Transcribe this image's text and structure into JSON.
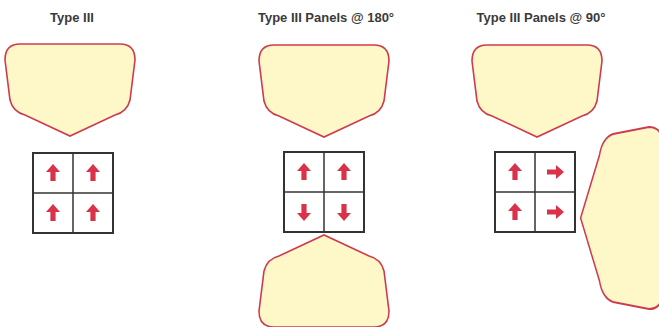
{
  "diagram": {
    "labels": [
      "Type III",
      "Type III Panels @ 180°",
      "Type III Panels @ 90°"
    ]
  }
}
